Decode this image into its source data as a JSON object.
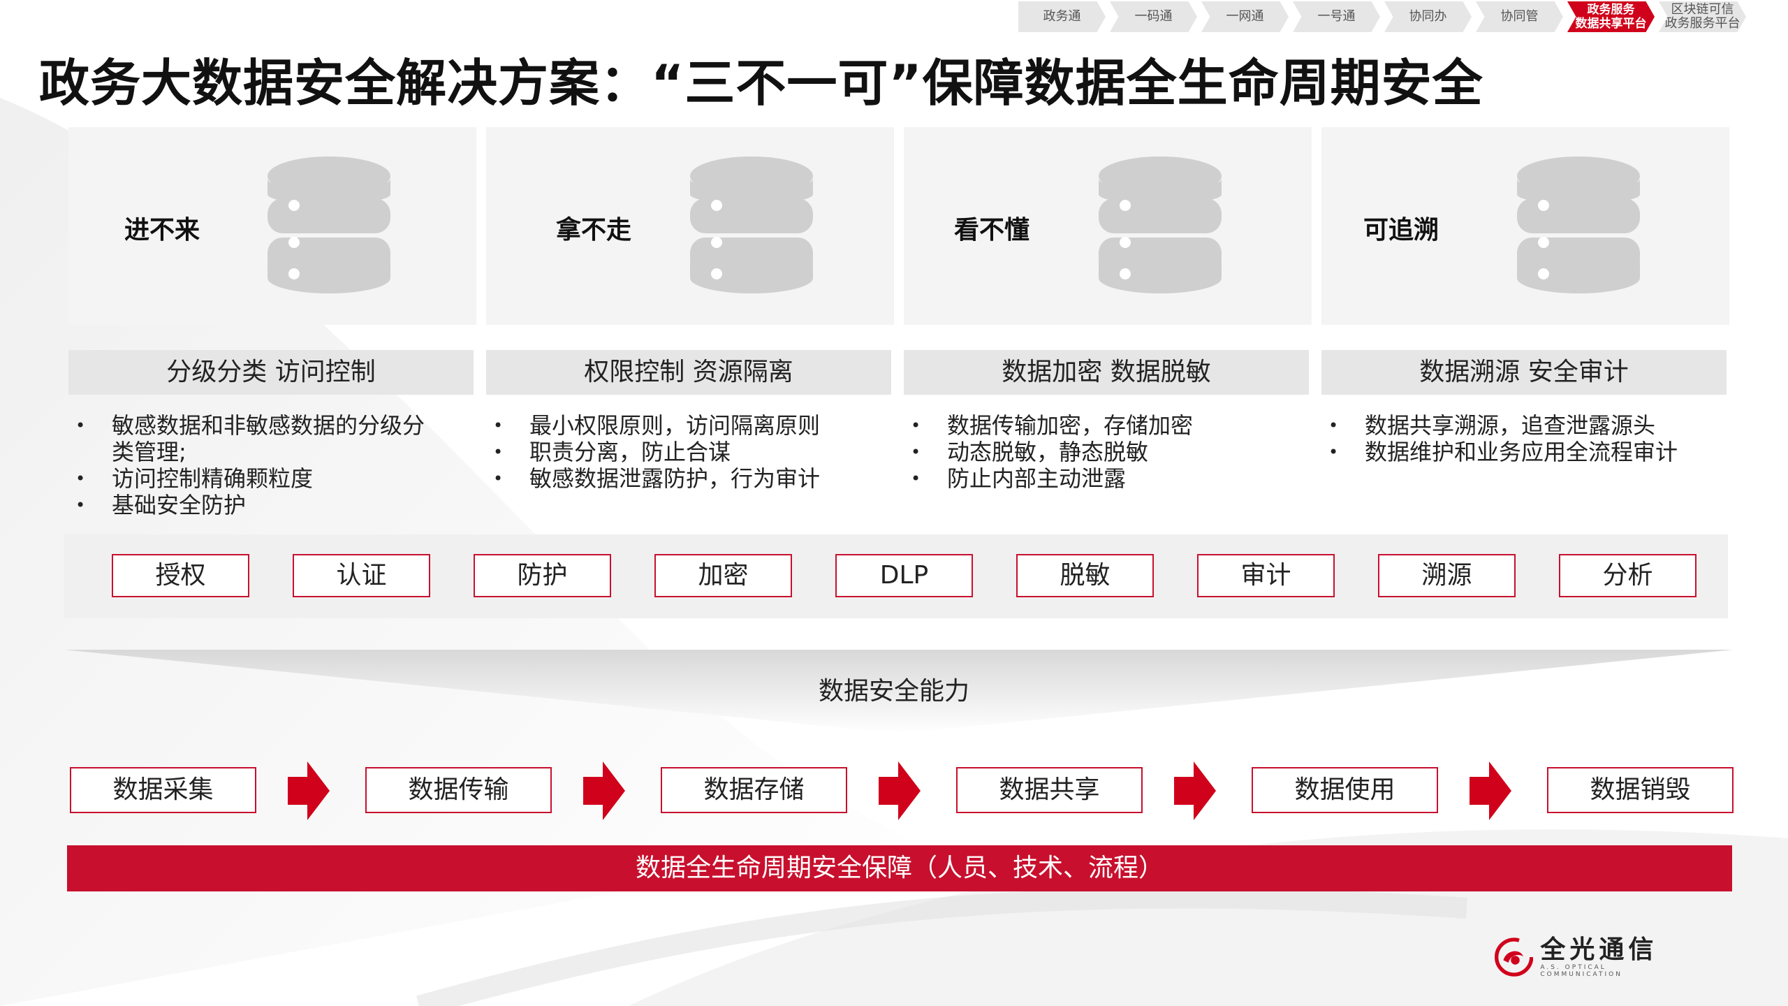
{
  "nav": [
    {
      "lines": [
        "政务通"
      ]
    },
    {
      "lines": [
        "一码通"
      ]
    },
    {
      "lines": [
        "一网通"
      ]
    },
    {
      "lines": [
        "一号通"
      ]
    },
    {
      "lines": [
        "协同办"
      ]
    },
    {
      "lines": [
        "协同管"
      ]
    },
    {
      "lines": [
        "政务服务",
        "数据共享平台"
      ],
      "active": true
    },
    {
      "lines": [
        "区块链可信",
        "政务服务平台"
      ]
    }
  ],
  "title": "政务大数据安全解决方案：“三不一可”保障数据全生命周期安全",
  "pillars": [
    {
      "label": "进不来",
      "subtitle": "分级分类  访问控制",
      "bullets": [
        "敏感数据和非敏感数据的分级分类管理;",
        "访问控制精确颗粒度",
        "基础安全防护"
      ]
    },
    {
      "label": "拿不走",
      "subtitle": "权限控制 资源隔离",
      "bullets": [
        "最小权限原则，访问隔离原则",
        "职责分离，防止合谋",
        "敏感数据泄露防护，行为审计"
      ]
    },
    {
      "label": "看不懂",
      "subtitle": "数据加密 数据脱敏",
      "bullets": [
        "数据传输加密，存储加密",
        "动态脱敏，静态脱敏",
        "防止内部主动泄露"
      ]
    },
    {
      "label": "可追溯",
      "subtitle": "数据溯源 安全审计",
      "bullets": [
        "数据共享溯源，追查泄露源头",
        "数据维护和业务应用全流程审计"
      ]
    }
  ],
  "capabilities": [
    "授权",
    "认证",
    "防护",
    "加密",
    "DLP",
    "脱敏",
    "审计",
    "溯源",
    "分析"
  ],
  "capability_title": "数据安全能力",
  "lifecycle": [
    "数据采集",
    "数据传输",
    "数据存储",
    "数据共享",
    "数据使用",
    "数据销毁"
  ],
  "footer_bar": "数据全生命周期安全保障（人员、技术、流程）",
  "logo": {
    "name": "全光通信",
    "en": "A.S. OPTICAL COMMUNICATION"
  },
  "colors": {
    "accent": "#c8102e",
    "db_icon": "#cfcfcf"
  }
}
